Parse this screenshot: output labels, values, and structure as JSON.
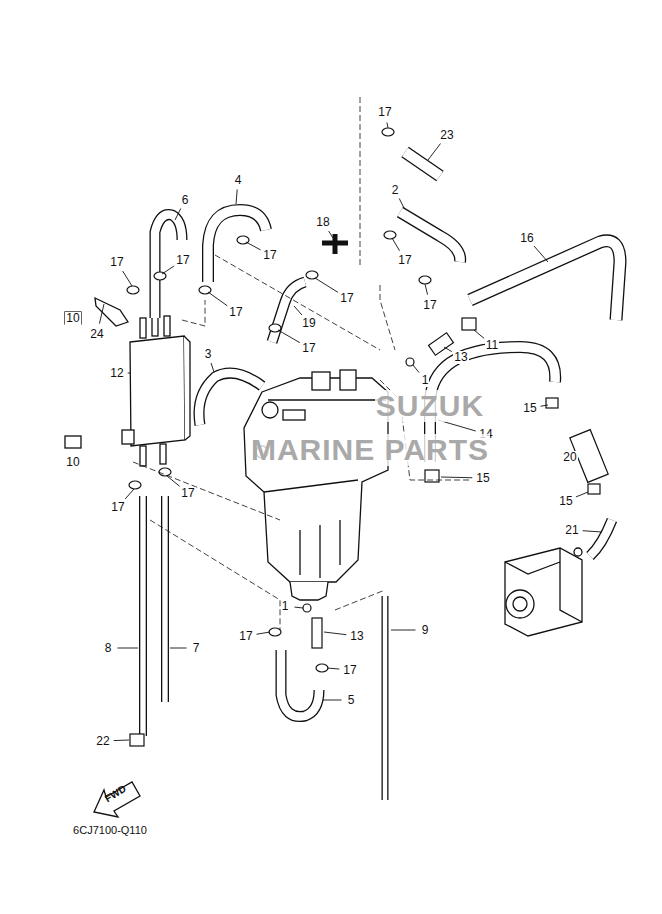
{
  "diagram": {
    "labels": [
      "17",
      "23",
      "4",
      "6",
      "2",
      "18",
      "16",
      "17",
      "17",
      "17",
      "17",
      "17",
      "17",
      "10",
      "24",
      "17",
      "19",
      "11",
      "17",
      "13",
      "3",
      "12",
      "1",
      "15",
      "14",
      "10",
      "15",
      "20",
      "17",
      "17",
      "15",
      "21",
      "1",
      "13",
      "17",
      "9",
      "8",
      "7",
      "17",
      "5",
      "22",
      "FWD",
      "6CJ7100-Q110",
      "SUZUK",
      "MARINE PARTS"
    ]
  }
}
